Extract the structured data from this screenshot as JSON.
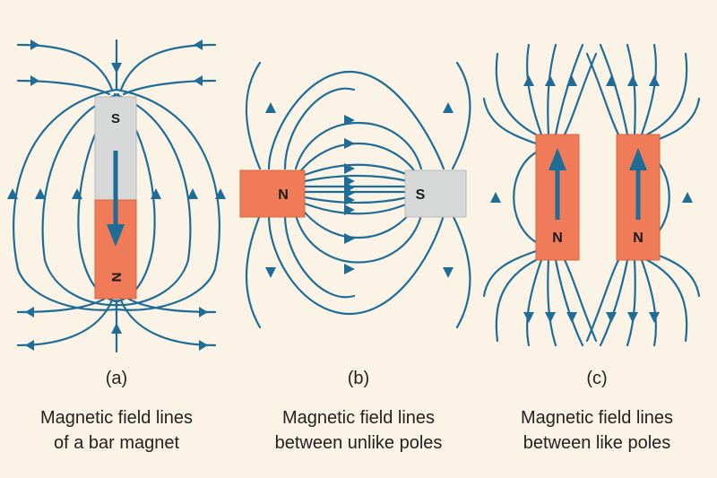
{
  "panels": [
    {
      "letter": "(a)",
      "caption_line1": "Magnetic field lines",
      "caption_line2": "of a bar magnet",
      "magnet": {
        "top_label": "S",
        "bottom_label": "N"
      }
    },
    {
      "letter": "(b)",
      "caption_line1": "Magnetic field lines",
      "caption_line2": "between unlike poles",
      "magnets": {
        "left_label": "N",
        "right_label": "S"
      }
    },
    {
      "letter": "(c)",
      "caption_line1": "Magnetic field lines",
      "caption_line2": "between like poles",
      "magnets": {
        "left_label": "N",
        "right_label": "N"
      }
    }
  ],
  "colors": {
    "background": "#faf3e6",
    "field_line": "#1f6d97",
    "north_pole": "#ef7b58",
    "south_pole": "#d7d8d8"
  }
}
